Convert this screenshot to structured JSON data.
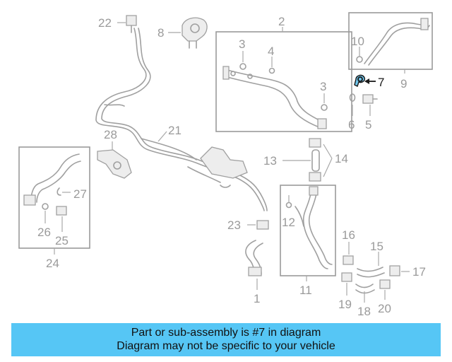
{
  "banner": {
    "line1": "Part or sub-assembly is #7 in diagram",
    "line2": "Diagram may not be specific to your vehicle"
  },
  "highlight_color": "#56c6f5",
  "highlighted_part": "7",
  "callouts": {
    "p1": "1",
    "p2": "2",
    "p3a": "3",
    "p3b": "3",
    "p4": "4",
    "p5": "5",
    "p6": "6",
    "p7": "7",
    "p8": "8",
    "p9": "9",
    "p10": "10",
    "p11": "11",
    "p12": "12",
    "p13": "13",
    "p14": "14",
    "p15": "15",
    "p16": "16",
    "p17": "17",
    "p18": "18",
    "p19": "19",
    "p20": "20",
    "p21": "21",
    "p22": "22",
    "p23": "23",
    "p24": "24",
    "p25": "25",
    "p26": "26",
    "p27": "27",
    "p28": "28"
  }
}
